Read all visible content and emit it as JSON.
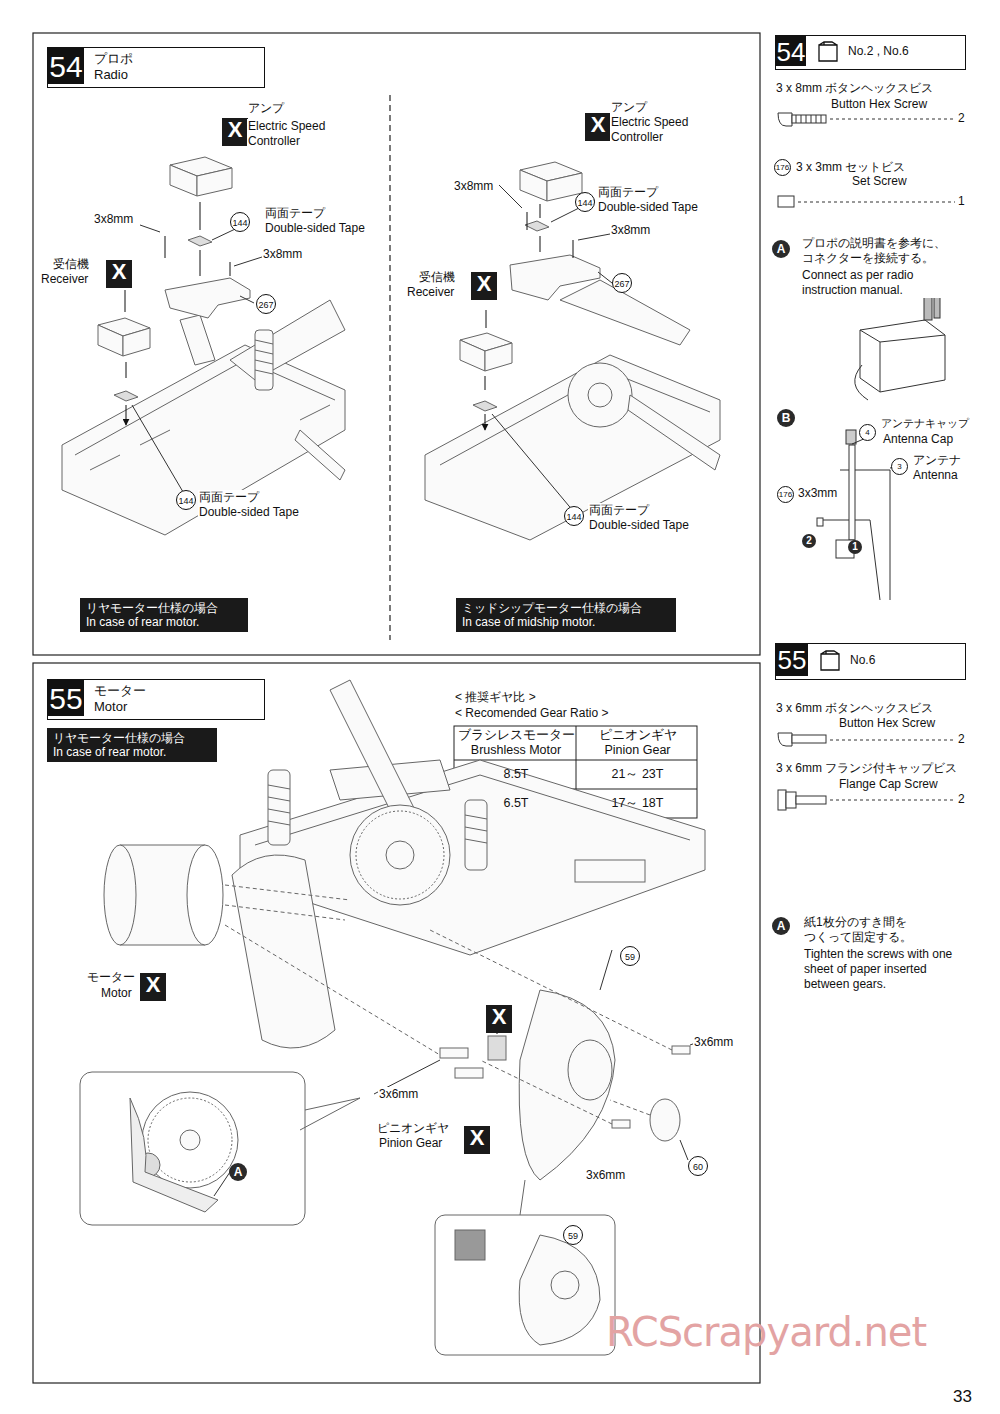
{
  "diagram": {
    "nodes": [
      {
        "text": [
          "54",
          "プロポ Radio"
        ]
      },
      {
        "text": [
          "リヤモーター仕様の場合 In case of rear motor."
        ]
      },
      {
        "text": [
          "ミッドシップモーター仕様の場合 In case of midship motor."
        ]
      },
      {
        "text": [
          "55",
          "モーター Motor"
        ]
      },
      {
        "text": [
          "リヤモーター仕様の場合 In case of rear motor."
        ]
      },
      {
        "text": [
          "54",
          "No.2 , No.6"
        ]
      },
      {
        "text": [
          "55",
          "No.6"
        ]
      },
      {
        "text": [
          "X"
        ]
      },
      {
        "text": [
          "X"
        ]
      },
      {
        "text": [
          "X"
        ]
      },
      {
        "text": [
          "X"
        ]
      },
      {
        "text": [
          "X"
        ]
      },
      {
        "text": [
          "X"
        ]
      },
      {
        "text": [
          "X"
        ]
      }
    ],
    "labels": [
      "アンプ",
      "Electric Speed Controller",
      "3x8mm",
      "144",
      "両面テープ",
      "Double-sided Tape",
      "3x8mm",
      "267",
      "受信機",
      "Receiver",
      "144",
      "両面テープ",
      "Double-sided Tape",
      "アンプ",
      "Electric Speed Controller",
      "3x8mm",
      "144",
      "両面テープ",
      "Double-sided Tape",
      "3x8mm",
      "267",
      "受信機",
      "Receiver",
      "144",
      "両面テープ",
      "Double-sided Tape",
      "3 x 8mm ボタンヘックスビス",
      "Button Hex Screw",
      "2",
      "176",
      "3 x 3mm セットビス",
      "Set Screw",
      "1",
      "A",
      "プロポの説明書を参考に、コネクターを接続する。",
      "Connect as per radio instruction manual.",
      "B",
      "アンテナキャップ",
      "4",
      "Antenna Cap",
      "3",
      "アンテナ",
      "Antenna",
      "176",
      "3x3mm",
      "2",
      "1",
      "3 x 6mm ボタンヘックスビス",
      "Button Hex Screw",
      "2",
      "3 x 6mm フランジ付キャップビス",
      "Flange Cap Screw",
      "2",
      "A",
      "紙1枚分のすき間をつくって固定する。",
      "Tighten the screws with one sheet of paper inserted between gears.",
      "< 推奨ギヤ比 >",
      "< Recomended Gear Ratio >",
      "ブラシレスモーター",
      "Brushless Motor",
      "ピニオンギヤ",
      "Pinion Gear",
      "8.5T",
      "21～ 23T",
      "6.5T",
      "17～ 18T",
      "59",
      "3x6mm",
      "60",
      "3x6mm",
      "3x6mm",
      "ピニオンギヤ",
      "Pinion Gear",
      "モーター",
      "Motor",
      "A",
      "59",
      "RCScrapyard.net",
      "33"
    ]
  }
}
